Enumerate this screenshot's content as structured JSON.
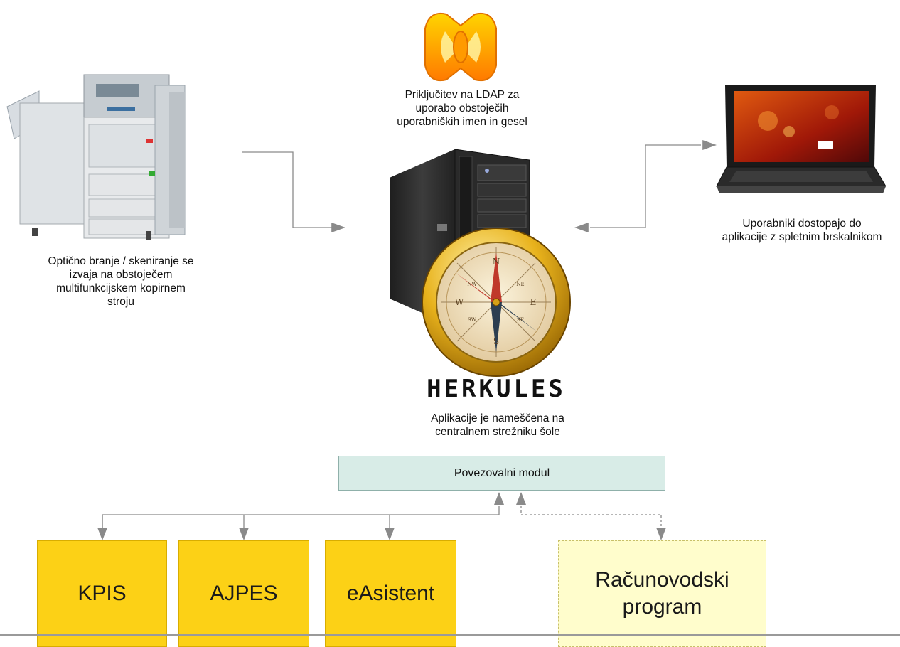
{
  "captions": {
    "ldap": [
      "Priključitev na LDAP za",
      "uporabo obstoječih",
      "uporabniških imen in gesel"
    ],
    "scanner": [
      "Optično branje / skeniranje se",
      "izvaja na obstoječem",
      "multifunkcijskem kopirnem",
      "stroju"
    ],
    "users": [
      "Uporabniki dostopajo do",
      "aplikacije z spletnim brskalnikom"
    ],
    "server": [
      "Aplikacije je nameščena na",
      "centralnem strežniku šole"
    ]
  },
  "logo_text": "HERKULES",
  "module_label": "Povezovalni modul",
  "boxes": {
    "kpis": "KPIS",
    "ajpes": "AJPES",
    "easistent": "eAsistent",
    "racunovodski": [
      "Računovodski",
      "program"
    ]
  },
  "colors": {
    "connector": "#8a8a8a",
    "box_yellow": "#fcd116",
    "box_pale": "#fffdcc",
    "module_fill": "#d8ece7"
  }
}
